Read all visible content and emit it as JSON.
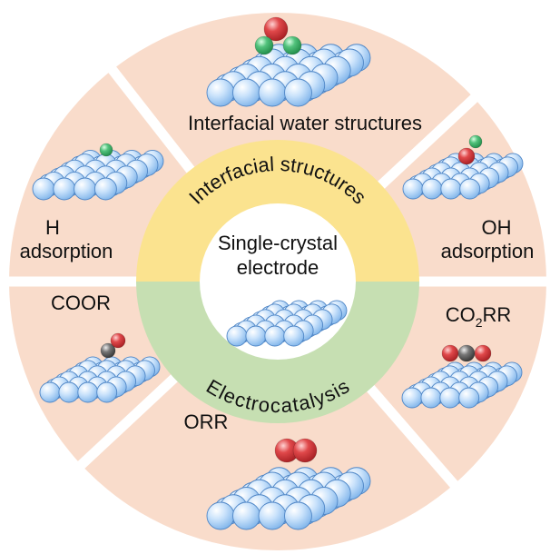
{
  "diagram": {
    "center_label_line1": "Single-crystal",
    "center_label_line2": "electrode",
    "inner_ring": {
      "top_label": "Interfacial structures",
      "bottom_label": "Electrocatalysis",
      "top_color": "#fbe38f",
      "bottom_color": "#c6dfb2"
    },
    "sector_color": "#f9dccb",
    "sectors": [
      {
        "id": "h-adsorption",
        "lines": [
          "H",
          "adsorption"
        ],
        "adsorbates": [
          "H"
        ]
      },
      {
        "id": "interfacial-water",
        "lines": [
          "Interfacial water structures"
        ],
        "adsorbates": [
          "O",
          "H",
          "H"
        ]
      },
      {
        "id": "oh-adsorption",
        "lines": [
          "OH",
          "adsorption"
        ],
        "adsorbates": [
          "O",
          "H"
        ]
      },
      {
        "id": "co2rr",
        "lines": [
          "CO2RR"
        ],
        "label_parts": [
          "CO",
          "2",
          "RR"
        ],
        "adsorbates": [
          "O",
          "C",
          "O"
        ]
      },
      {
        "id": "orr",
        "lines": [
          "ORR"
        ],
        "adsorbates": [
          "O",
          "O"
        ]
      },
      {
        "id": "coor",
        "lines": [
          "COOR"
        ],
        "adsorbates": [
          "C",
          "O"
        ]
      }
    ],
    "atom_colors": {
      "substrate": "#a9d0f5",
      "O": "#d4393b",
      "H": "#3fb46a",
      "C": "#6b6b6b"
    }
  }
}
